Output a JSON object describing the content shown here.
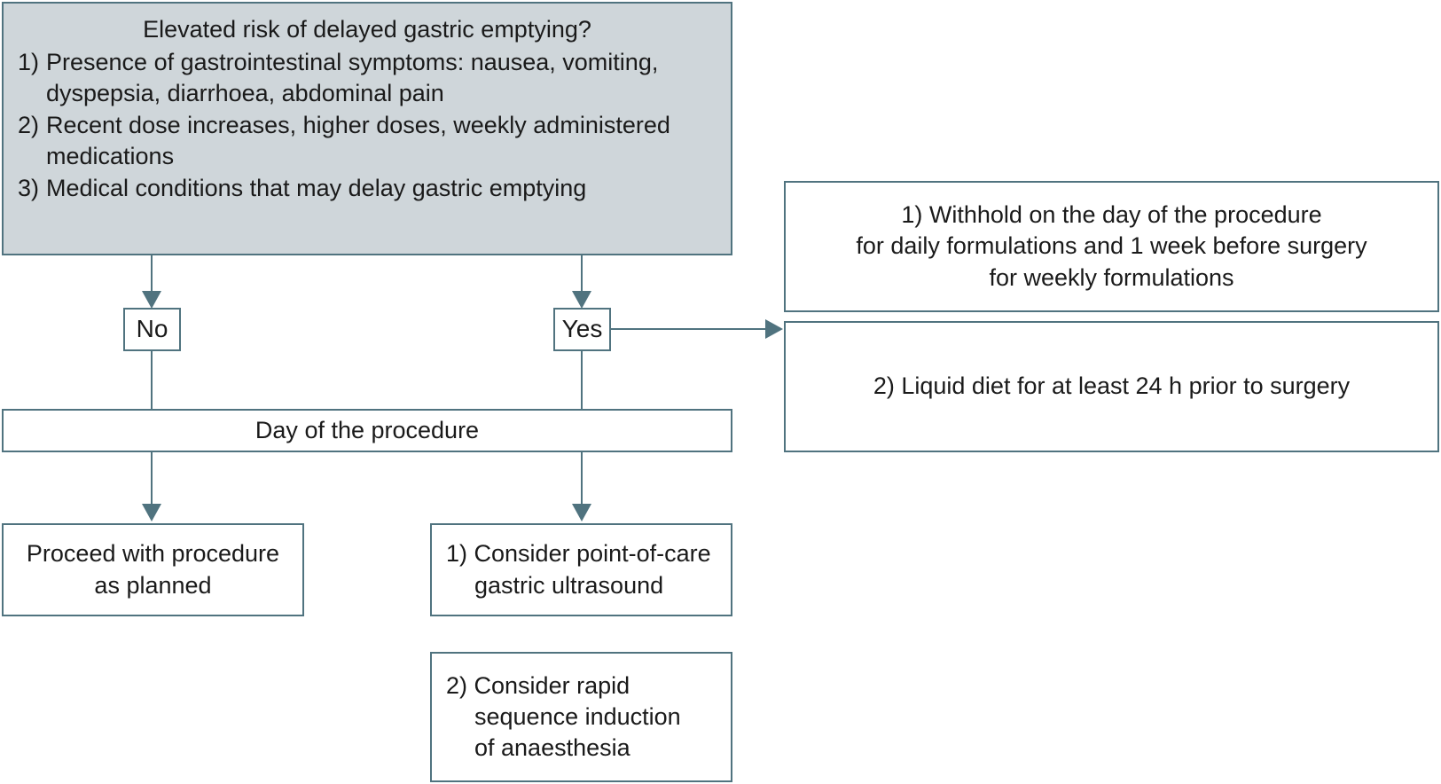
{
  "diagram": {
    "title": "Elevated risk of delayed gastric emptying? decision flowchart",
    "colors": {
      "border": "#50737f",
      "root_fill": "#cfd6da",
      "node_fill": "#ffffff",
      "text": "#1a1a1a"
    },
    "root": {
      "question": "Elevated risk of delayed gastric emptying?",
      "criteria": [
        {
          "number": "1)",
          "text": "Presence of gastrointestinal symptoms: nausea, vomiting, dyspepsia, diarrhoea, abdominal pain"
        },
        {
          "number": "2)",
          "text": "Recent dose increases, higher doses, weekly administered medications"
        },
        {
          "number": "3)",
          "text": "Medical conditions that may delay gastric emptying"
        }
      ]
    },
    "branches": {
      "no_label": "No",
      "yes_label": "Yes"
    },
    "day_of_procedure": "Day of the procedure",
    "no_path": {
      "outcome": "Proceed with procedure\nas planned"
    },
    "yes_day_path": [
      {
        "number": "1)",
        "text": "Consider point-of-care\ngastric ultrasound"
      },
      {
        "number": "2)",
        "text": "Consider rapid\nsequence induction\nof anaesthesia"
      }
    ],
    "yes_actions": [
      {
        "number": "1)",
        "text": "1) Withhold on the day of the procedure\nfor daily formulations and 1 week before surgery\nfor weekly formulations"
      },
      {
        "number": "2)",
        "text": "2) Liquid diet for at least 24 h prior to surgery"
      }
    ],
    "connectors": {
      "root_to_no": "arrow-down",
      "root_to_yes": "arrow-down",
      "no_to_day": "line",
      "yes_to_day": "line",
      "yes_to_actions": "arrow-right",
      "day_to_proceed": "arrow-down",
      "day_to_poc": "arrow-down"
    }
  }
}
